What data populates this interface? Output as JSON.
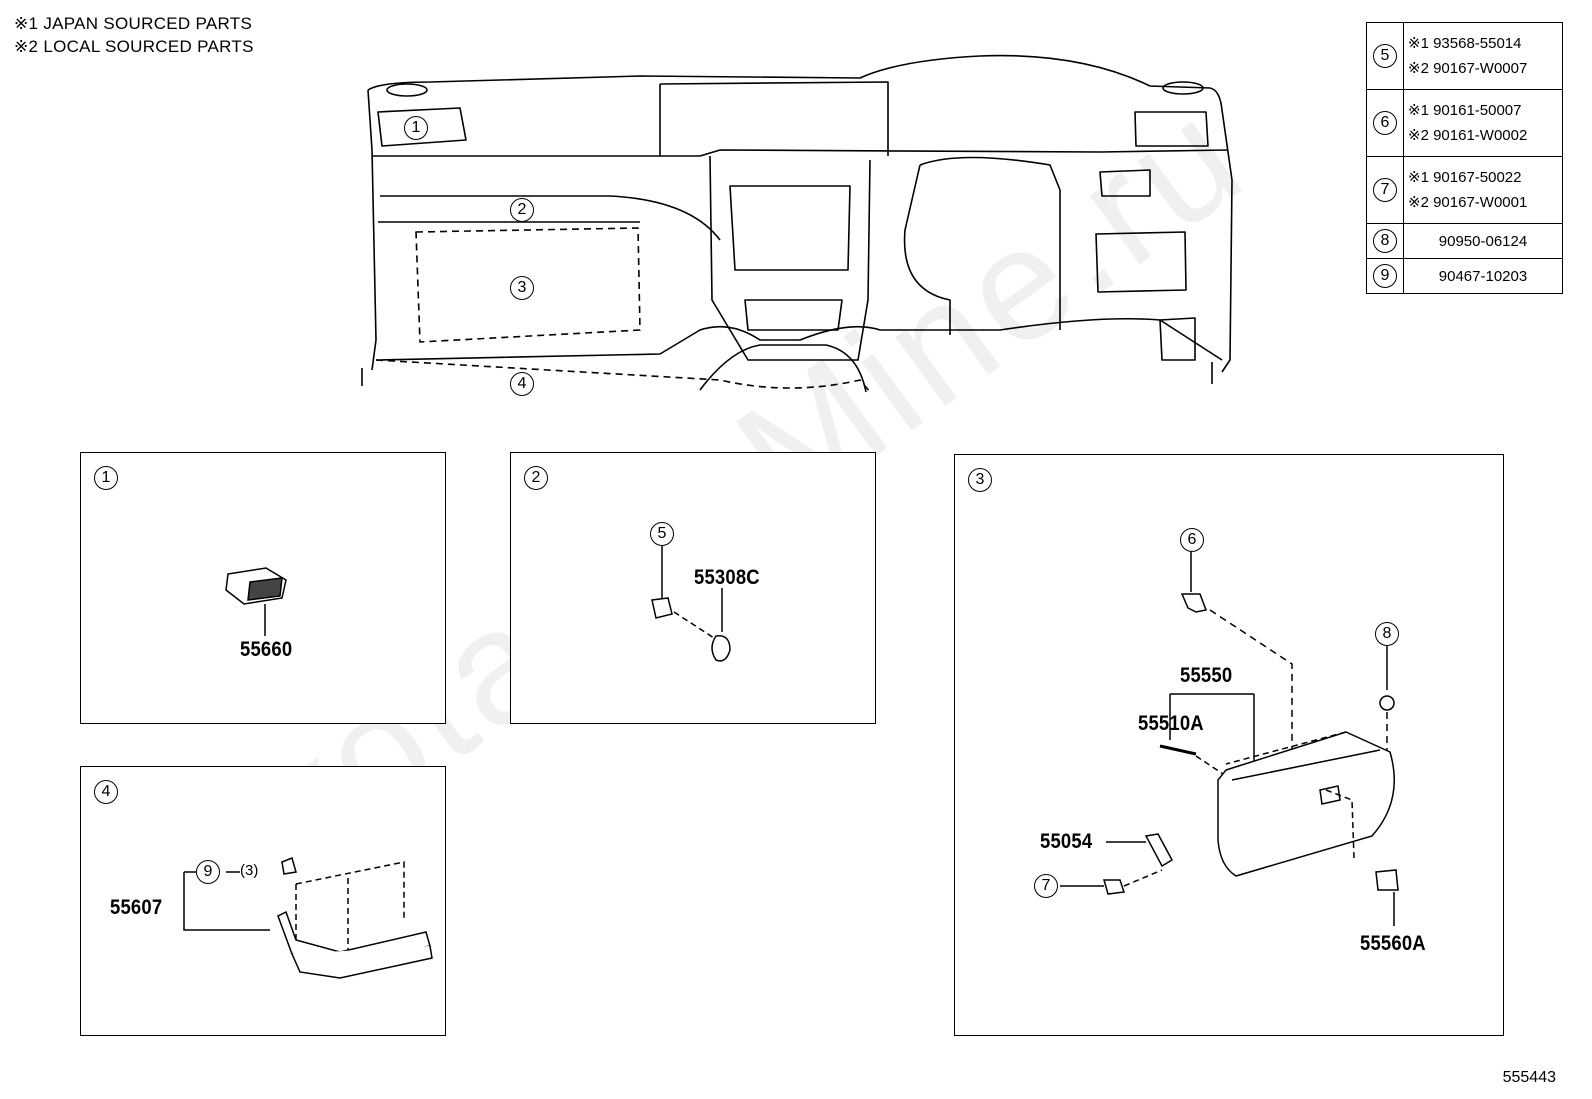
{
  "notes": [
    "※1 JAPAN SOURCED PARTS",
    "※2 LOCAL SOURCED PARTS"
  ],
  "reference_table": [
    {
      "key": "5",
      "rows": [
        "※1 93568-55014",
        "※2 90167-W0007"
      ]
    },
    {
      "key": "6",
      "rows": [
        "※1 90161-50007",
        "※2 90161-W0002"
      ]
    },
    {
      "key": "7",
      "rows": [
        "※1 90167-50022",
        "※2 90167-W0001"
      ]
    },
    {
      "key": "8",
      "rows": [
        "90950-06124"
      ]
    },
    {
      "key": "9",
      "rows": [
        "90467-10203"
      ]
    }
  ],
  "overview_callouts": [
    "1",
    "2",
    "3",
    "4"
  ],
  "panels": {
    "p1": {
      "number": "1",
      "parts": [
        "55660"
      ]
    },
    "p2": {
      "number": "2",
      "callout": "5",
      "parts": [
        "55308C"
      ]
    },
    "p3": {
      "number": "3",
      "callouts": [
        "6",
        "8",
        "7"
      ],
      "parts": [
        "55550",
        "55510A",
        "55054",
        "55560A"
      ]
    },
    "p4": {
      "number": "4",
      "callout": "9",
      "qty": "(3)",
      "parts": [
        "55607"
      ]
    }
  },
  "watermark": "ToyotaCarMine.ru",
  "diagram_id": "555443"
}
